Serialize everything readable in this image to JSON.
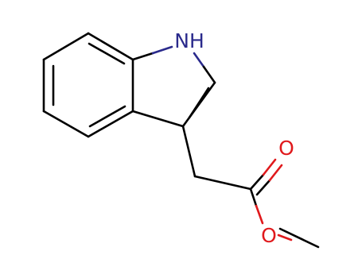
{
  "structure": {
    "atoms": [
      {
        "id": "NH",
        "label": "NH",
        "color": "#2a2a8c"
      },
      {
        "id": "O_carbonyl",
        "label": "O",
        "color": "#e0191c"
      },
      {
        "id": "O_ester",
        "label": "O",
        "color": "#e0191c"
      }
    ],
    "colors": {
      "bond": "#000000",
      "nitrogen": "#2a2a8c",
      "oxygen": "#e0191c"
    }
  }
}
